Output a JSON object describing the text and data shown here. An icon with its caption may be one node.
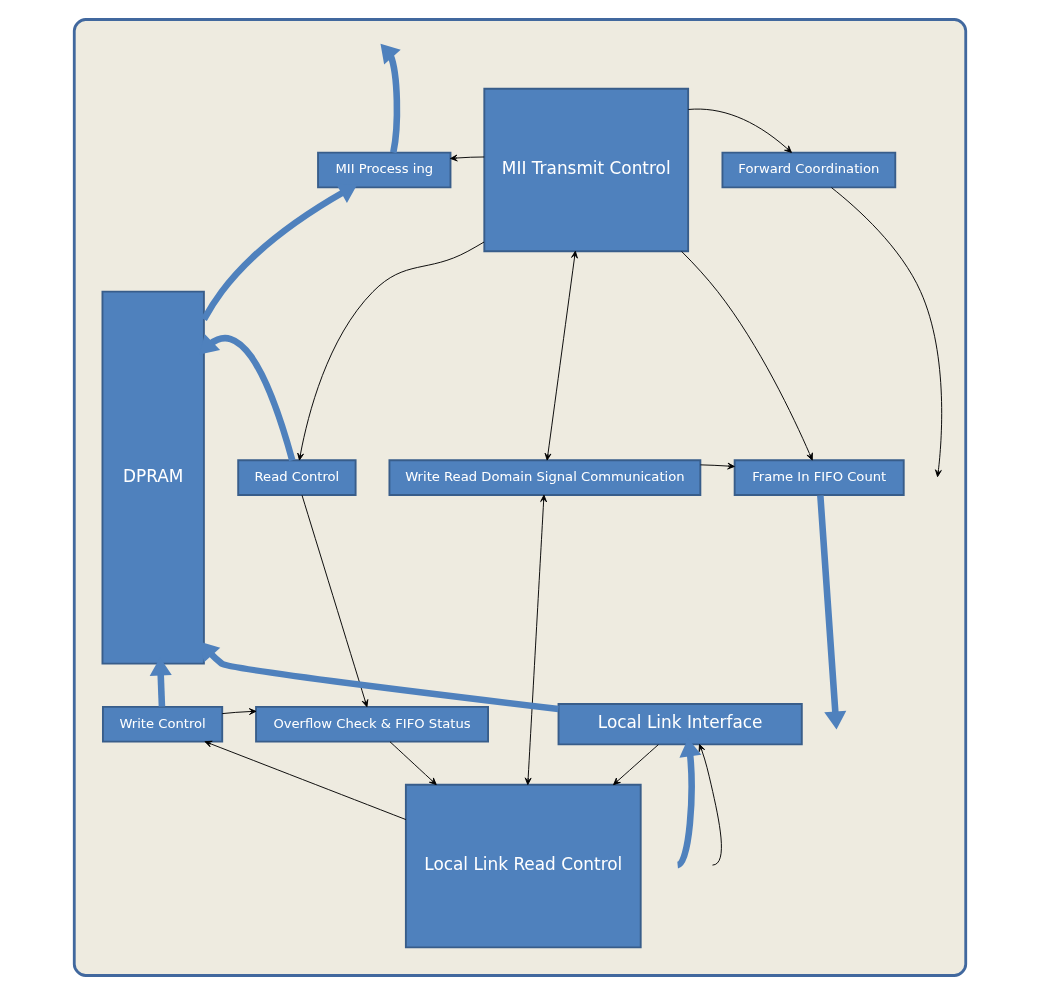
{
  "diagram": {
    "nodes": [
      {
        "text": [],
        "shape": "box"
      },
      {
        "text": [
          "MII Process ing"
        ],
        "in": 0
      },
      {
        "text": [
          "Forward Coordination"
        ],
        "in": 0
      },
      {
        "text": [
          "MII Transmit Control"
        ],
        "in": 0
      },
      {
        "text": [
          "DPRAM"
        ],
        "in": 0
      },
      {
        "text": [
          "Read Control"
        ],
        "in": 0
      },
      {
        "text": [
          "Frame In FIFO Count"
        ],
        "in": 0
      },
      {
        "text": [
          "Write Control"
        ],
        "in": 0
      },
      {
        "text": [
          "Write Read Domain Signal Communication"
        ],
        "in": 0
      },
      {
        "text": [
          "Overflow Check & FIFO Status"
        ],
        "in": 0
      },
      {
        "text": [
          "Local Link Read Control"
        ],
        "in": 0
      },
      {
        "text": [
          "Local Link Interface"
        ],
        "in": 0
      }
    ],
    "edges": [
      {
        "from": 4,
        "to": 1,
        "arrow": "to",
        "style": "thick",
        "color": "#4f81bd"
      },
      {
        "from": 1,
        "to": null,
        "arrow": "to",
        "style": "thick",
        "color": "#4f81bd"
      },
      {
        "from": 3,
        "to": 1,
        "arrow": "to"
      },
      {
        "from": 3,
        "to": 2,
        "arrow": "to"
      },
      {
        "from": 2,
        "to": null,
        "arrow": "to"
      },
      {
        "from": 3,
        "to": 5,
        "arrow": "to"
      },
      {
        "from": 3,
        "to": 6,
        "arrow": "to"
      },
      {
        "from": 6,
        "to": null,
        "arrow": "to",
        "style": "thick",
        "color": "#4f81bd"
      },
      {
        "from": 5,
        "to": 4,
        "arrow": "to",
        "style": "thick",
        "color": "#4f81bd"
      },
      {
        "from": 7,
        "to": 4,
        "arrow": "to",
        "style": "thick",
        "color": "#4f81bd"
      },
      {
        "from": 3,
        "to": 8,
        "arrow": "both"
      },
      {
        "from": 8,
        "to": 6,
        "arrow": "to"
      },
      {
        "from": 5,
        "to": 9,
        "arrow": "to"
      },
      {
        "from": 7,
        "to": 9,
        "arrow": "to"
      },
      {
        "from": 10,
        "to": 7,
        "arrow": "to"
      },
      {
        "from": 8,
        "to": 10,
        "arrow": "both"
      },
      {
        "from": 9,
        "to": 10,
        "arrow": "to"
      },
      {
        "from": 11,
        "to": 4,
        "arrow": "to",
        "style": "thick",
        "color": "#4f81bd"
      },
      {
        "from": 11,
        "to": 10,
        "arrow": "to"
      },
      {
        "from": null,
        "to": 11,
        "arrow": "to"
      },
      {
        "from": null,
        "to": 11,
        "arrow": "to",
        "style": "thick",
        "color": "#4f81bd"
      }
    ]
  }
}
